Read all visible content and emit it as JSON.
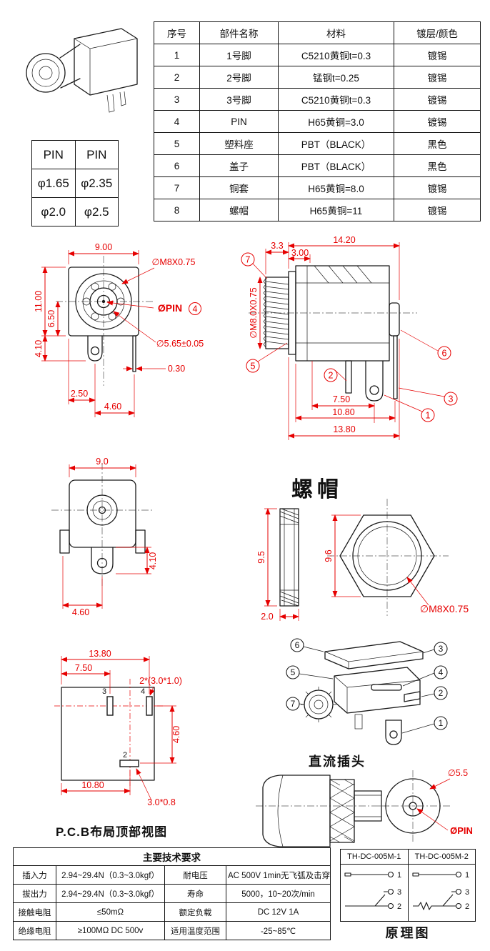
{
  "colors": {
    "red": "#e60000",
    "black": "#1a1a1a",
    "bg": "#ffffff"
  },
  "parts_table": {
    "headers": [
      "序号",
      "部件名称",
      "材料",
      "镀层/颜色"
    ],
    "rows": [
      [
        "1",
        "1号脚",
        "C5210黄铜t=0.3",
        "镀锡"
      ],
      [
        "2",
        "2号脚",
        "锰钢t=0.25",
        "镀锡"
      ],
      [
        "3",
        "3号脚",
        "C5210黄铜t=0.3",
        "镀锡"
      ],
      [
        "4",
        "PIN",
        "H65黄铜=3.0",
        "镀锡"
      ],
      [
        "5",
        "塑料座",
        "PBT（BLACK）",
        "黑色"
      ],
      [
        "6",
        "盖子",
        "PBT（BLACK）",
        "黑色"
      ],
      [
        "7",
        "铜套",
        "H65黄铜=8.0",
        "镀锡"
      ],
      [
        "8",
        "螺帽",
        "H65黄铜=11",
        "镀锡"
      ]
    ]
  },
  "pin_table": {
    "headers": [
      "PIN",
      "PIN"
    ],
    "rows": [
      [
        "φ1.65",
        "φ2.35"
      ],
      [
        "φ2.0",
        "φ2.5"
      ]
    ]
  },
  "front_view": {
    "dim_width": "9.00",
    "dim_height": "11.00",
    "dim_h2": "6.50",
    "dim_h3": "4.10",
    "dim_pin": "0.30",
    "dim_b1": "2.50",
    "dim_b2": "4.60",
    "thread_label": "∅M8X0.75",
    "pin_label": "ØPIN",
    "pin_balloon": "4",
    "bore_label": "∅5.65±0.05"
  },
  "side_view": {
    "dim_t1": "3.3",
    "dim_t2": "14.20",
    "dim_t3": "3.00",
    "thread_label": "∅M8.0X0.75",
    "dim_b1": "7.50",
    "dim_b2": "10.80",
    "dim_b3": "13.80",
    "balloons": [
      "7",
      "5",
      "2",
      "6",
      "1",
      "3"
    ]
  },
  "back_view": {
    "dim_w": "9.0",
    "dim_h": "4.10",
    "dim_b": "4.60"
  },
  "nut": {
    "title": "螺帽",
    "side_h": "9.5",
    "side_w": "2.0",
    "hex_h": "9.6",
    "thread_label": "∅M8X0.75"
  },
  "pcb": {
    "title": "P.C.B布局顶部视图",
    "dim_t1": "13.80",
    "dim_t2": "7.50",
    "pad_note": "2*(3.0*1.0)",
    "dim_r": "4.60",
    "dim_b1": "10.80",
    "pad_note2": "3.0*0.8",
    "pad_labels": [
      "3",
      "4",
      "2"
    ]
  },
  "exploded": {
    "balloons": [
      "6",
      "3",
      "5",
      "4",
      "2",
      "7",
      "1"
    ]
  },
  "dc_plug": {
    "title": "直流插头",
    "dim_outer": "∅5.5",
    "dim_pin": "ØPIN"
  },
  "tech_table": {
    "title": "主要技术要求",
    "rows": [
      [
        "插入力",
        "2.94~29.4N（0.3~3.0kgf）",
        "耐电压",
        "AC 500V 1min无飞弧及击穿"
      ],
      [
        "拔出力",
        "2.94~29.4N（0.3~3.0kgf）",
        "寿命",
        "5000，10~20次/min"
      ],
      [
        "接触电阻",
        "≤50mΩ",
        "额定负载",
        "DC 12V 1A"
      ],
      [
        "绝缘电阻",
        "≥100MΩ DC 500v",
        "适用温度范围",
        "-25~85℃"
      ]
    ]
  },
  "schematic": {
    "title": "原理图",
    "models": [
      "TH-DC-005M-1",
      "TH-DC-005M-2"
    ],
    "m1_pins": [
      "1",
      "3",
      "2"
    ],
    "m2_pins": [
      "1",
      "3",
      "2"
    ]
  }
}
